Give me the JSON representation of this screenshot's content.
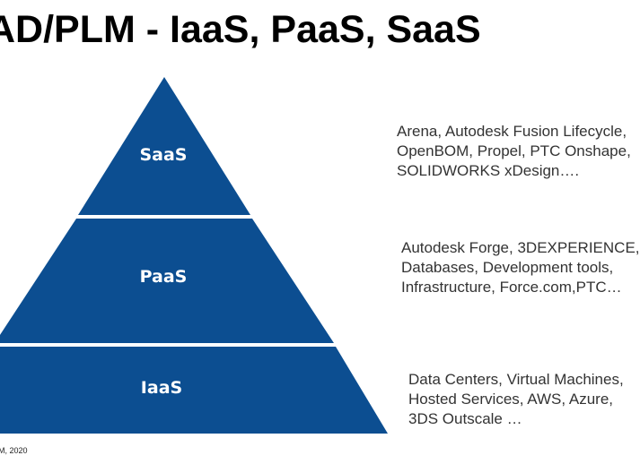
{
  "title": "AD/PLM - IaaS, PaaS, SaaS",
  "tiers": [
    {
      "label": "SaaS",
      "color": "#0c4e91",
      "lines": [
        "Arena, Autodesk Fusion Lifecycle,",
        "OpenBOM, Propel, PTC Onshape,",
        "SOLIDWORKS xDesign…."
      ]
    },
    {
      "label": "PaaS",
      "color": "#0c4e91",
      "lines": [
        "Autodesk Forge, 3DEXPERIENCE,",
        "Databases, Development tools,",
        "Infrastructure, Force.com,PTC…"
      ]
    },
    {
      "label": "IaaS",
      "color": "#0c4e91",
      "lines": [
        "Data Centers, Virtual Machines,",
        "Hosted Services, AWS, Azure,",
        "3DS Outscale …"
      ]
    }
  ],
  "footer": "M, 2020"
}
